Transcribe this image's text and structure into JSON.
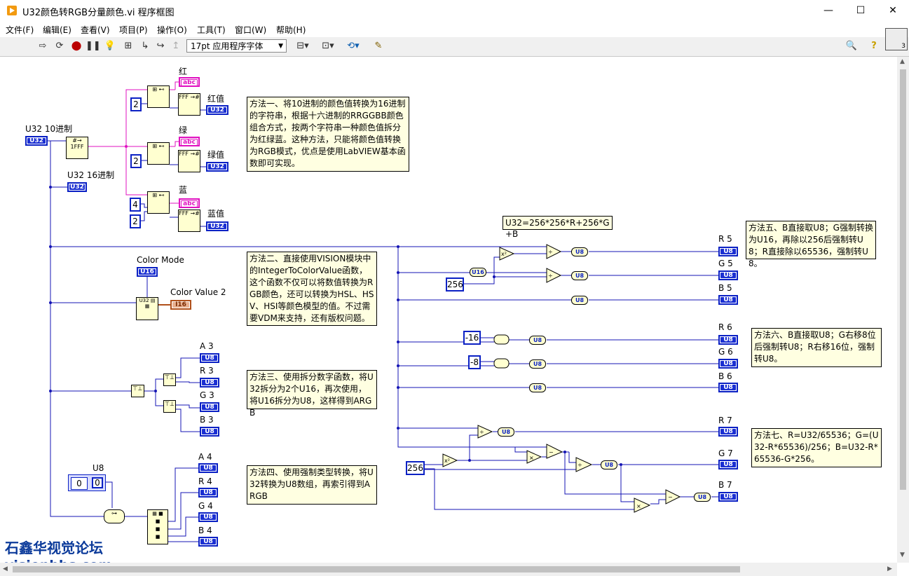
{
  "window": {
    "title": "U32颜色转RGB分量颜色.vi 程序框图",
    "minimize": "—",
    "maximize": "☐",
    "close": "✕"
  },
  "menu": [
    "文件(F)",
    "编辑(E)",
    "查看(V)",
    "项目(P)",
    "操作(O)",
    "工具(T)",
    "窗口(W)",
    "帮助(H)"
  ],
  "toolbar": {
    "font": "17pt 应用程序字体",
    "context_help_number": "3"
  },
  "diagram": {
    "labels": {
      "u32_dec": "U32 10进制",
      "u32_hex": "U32 16进制",
      "red": "红",
      "green": "绿",
      "blue": "蓝",
      "red_val": "红值",
      "green_val": "绿值",
      "blue_val": "蓝值",
      "color_mode": "Color Mode",
      "color_value2": "Color Value 2",
      "formula": "U32=256*256*R+256*G+B",
      "a3": "A 3",
      "r3": "R 3",
      "g3": "G 3",
      "b3": "B 3",
      "u8": "U8",
      "a4": "A 4",
      "r4": "R 4",
      "g4": "G 4",
      "b4": "B 4",
      "r5": "R 5",
      "g5": "G 5",
      "b5": "B 5",
      "r6": "R 6",
      "g6": "G 6",
      "b6": "B 6",
      "r7": "R 7",
      "g7": "G 7",
      "b7": "B 7"
    },
    "constants": {
      "c2a": "2",
      "c2b": "2",
      "c4": "4",
      "c2c": "2",
      "c256a": "256",
      "cm16": "-16",
      "cm8": "-8",
      "c256b": "256",
      "array_index": "0",
      "array_val": "0"
    },
    "types": {
      "u32": "U32",
      "u16": "U16",
      "u8": "U8",
      "abc": "abc",
      "i16": "I16"
    },
    "notes": {
      "m1": "方法一、将10进制的颜色值转换为16进制的字符串，根据十六进制的RRGGBB颜色组合方式，按两个字符串一种颜色值拆分为红绿蓝。这种方法，只能将颜色值转换为RGB模式，优点是使用LabVIEW基本函数即可实现。",
      "m2": "方法二、直接使用VISION模块中的IntegerToColorValue函数，这个函数不仅可以将数值转换为RGB颜色，还可以转换为HSL、HSV、HSI等颜色模型的值。不过需要VDM来支持，还有版权问题。",
      "m3": "方法三、使用拆分数字函数，将U32拆分为2个U16，再次使用，将U16拆分为U8，这样得到ARGB",
      "m4": "方法四、使用强制类型转换，将U32转换为U8数组，再索引得到ARGB",
      "m5": "方法五、B直接取U8；G强制转换为U16，再除以256后强制转U8；R直接除以65536，强制转U8。",
      "m6": "方法六、B直接取U8；G右移8位后强制转U8；R右移16位，强制转U8。",
      "m7": "方法七、R=U32/65536；G=(U32-R*65536)/256；B=U32-R*65536-G*256。"
    }
  },
  "watermark": {
    "line1": "石鑫华视觉论坛",
    "line2": "visionbbs.com"
  },
  "colors": {
    "wire_blue": "#1414b4",
    "wire_pink": "#e010c0",
    "wire_orange": "#b0501a",
    "note_bg": "#ffffe1",
    "watermark": "#0b3a9a"
  }
}
